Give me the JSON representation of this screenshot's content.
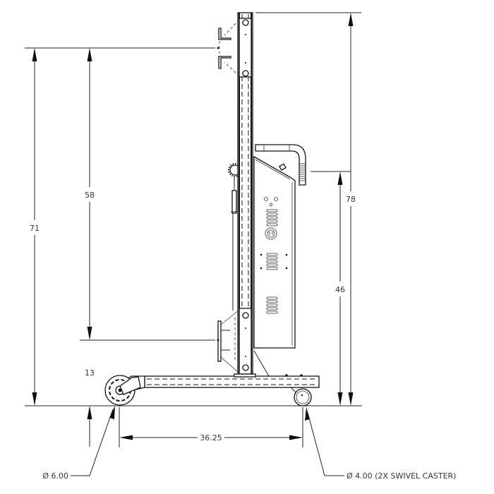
{
  "drawing": {
    "title": "Side elevation dimensioned drawing",
    "view": "side",
    "units": "in",
    "line_color": "#111111",
    "background": "#ffffff"
  },
  "dimensions": {
    "overall_height": {
      "label": "78",
      "value": 78
    },
    "upper_mount_height": {
      "label": "71",
      "value": 71
    },
    "mount_span": {
      "label": "58",
      "value": 58
    },
    "lower_mount_height": {
      "label": "13",
      "value": 13
    },
    "handle_height": {
      "label": "46",
      "value": 46
    },
    "wheelbase": {
      "label": "36.25",
      "value": 36.25
    },
    "rear_wheel": {
      "label": "Ø 6.00",
      "diameter": 6.0
    },
    "front_caster": {
      "label": "Ø 4.00 (2X SWIVEL CASTER)",
      "diameter": 4.0,
      "quantity": "2X",
      "type": "SWIVEL CASTER"
    }
  },
  "components": [
    {
      "name": "mast",
      "icon": "vertical-mast"
    },
    {
      "name": "upper-mount-bracket",
      "icon": "bracket"
    },
    {
      "name": "lower-mount-bracket",
      "icon": "bracket"
    },
    {
      "name": "control-enclosure",
      "icon": "enclosure-box"
    },
    {
      "name": "handle",
      "icon": "grip-handle"
    },
    {
      "name": "winch-sprocket",
      "icon": "sprocket"
    },
    {
      "name": "base-rail",
      "icon": "base-frame"
    },
    {
      "name": "rear-wheel",
      "icon": "wheel"
    },
    {
      "name": "front-caster",
      "icon": "caster"
    }
  ]
}
